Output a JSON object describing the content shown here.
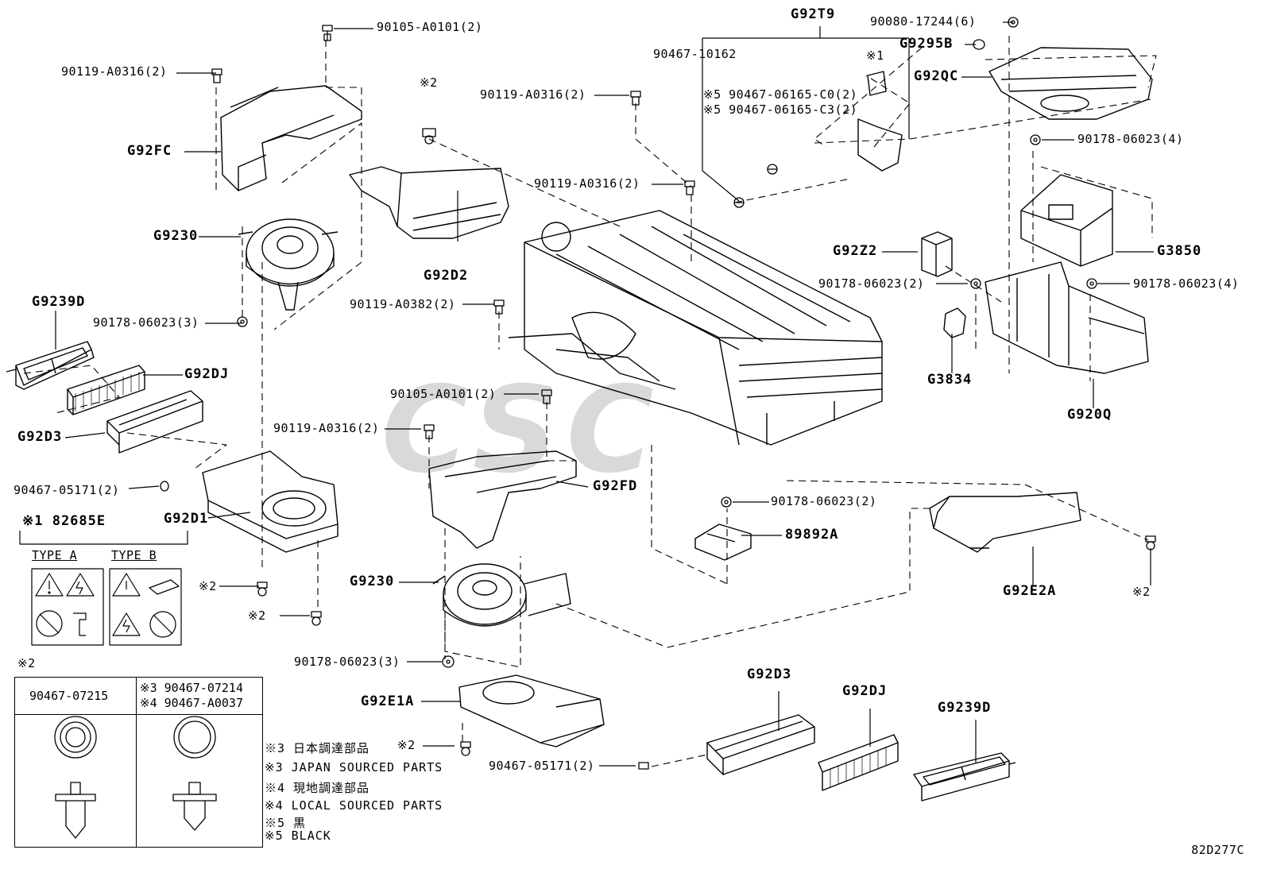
{
  "labels": {
    "l_90105_top": "90105-A0101(2)",
    "l_90119_a": "90119-A0316(2)",
    "l_g92fc": "G92FC",
    "l_g9230_a": "G9230",
    "l_g9239d_a": "G9239D",
    "l_90178_a": "90178-06023(3)",
    "l_g92dj_a": "G92DJ",
    "l_g92d3_a": "G92D3",
    "l_90467_051_a": "90467-05171(2)",
    "l_g92d1": "G92D1",
    "l_note2_a": "※2",
    "l_note2_b": "※2",
    "l_note2_top": "※2",
    "l_90119_b": "90119-A0316(2)",
    "l_g92d2": "G92D2",
    "l_90119_c": "90119-A0316(2)",
    "l_90119_d": "90119-A0382(2)",
    "l_90105_b": "90105-A0101(2)",
    "l_90119_e": "90119-A0316(2)",
    "l_g92fd": "G92FD",
    "l_g9230_b": "G9230",
    "l_90178_b": "90178-06023(3)",
    "l_g92e1a": "G92E1A",
    "l_note2_c": "※2",
    "l_90467_051_b": "90467-05171(2)",
    "l_g92t9": "G92T9",
    "l_90467_10162": "90467-10162",
    "l_note1_tag": "※1",
    "l_n5_c0": "※5 90467-06165-C0(2)",
    "l_n5_c3": "※5 90467-06165-C3(2)",
    "l_90080": "90080-17244(6)",
    "l_g9295b": "G9295B",
    "l_g92qc": "G92QC",
    "l_90178_c": "90178-06023(4)",
    "l_g3850": "G3850",
    "l_g92z2": "G92Z2",
    "l_90178_d": "90178-06023(2)",
    "l_90178_e": "90178-06023(4)",
    "l_g3834": "G3834",
    "l_g920q": "G920Q",
    "l_90178_f": "90178-06023(2)",
    "l_89892a": "89892A",
    "l_g92e2a": "G92E2A",
    "l_note2_d": "※2",
    "l_g92d3_b": "G92D3",
    "l_g92dj_b": "G92DJ",
    "l_g9239d_b": "G9239D"
  },
  "label_box": {
    "title": "※1 82685E",
    "type_a": "TYPE A",
    "type_b": "TYPE B"
  },
  "table": {
    "marker": "※2",
    "col1_header": "90467-07215",
    "col2_header_line1": "※3 90467-07214",
    "col2_header_line2": "※4 90467-A0037"
  },
  "notes": [
    "※3 日本調達部品",
    "※3 JAPAN SOURCED PARTS",
    "※4 現地調達部品",
    "※4 LOCAL SOURCED PARTS",
    "※5 黒",
    "※5 BLACK"
  ],
  "drawing_code": "82D277C",
  "watermark": "CSC"
}
